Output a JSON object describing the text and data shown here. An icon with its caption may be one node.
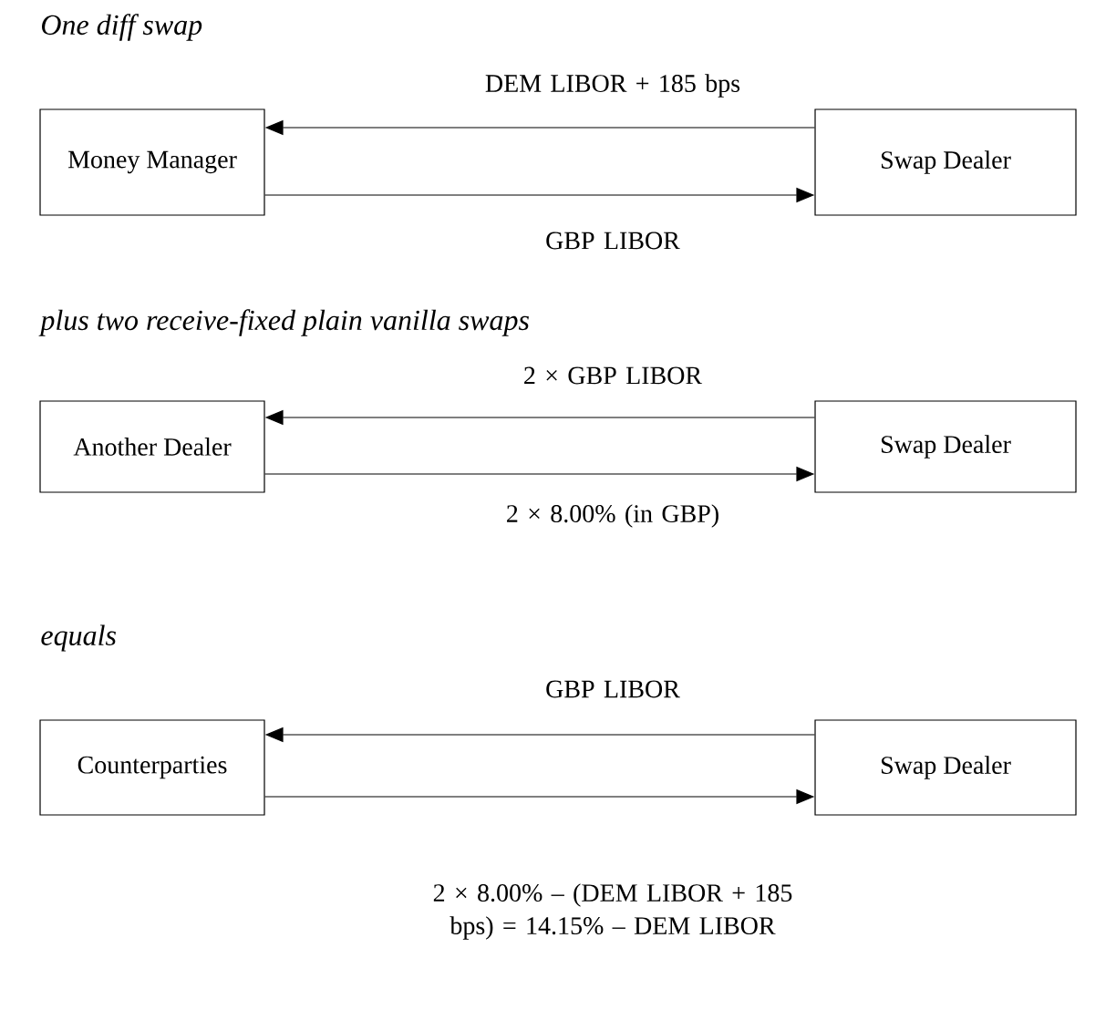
{
  "diagram": {
    "nodes": [
      {
        "text": [
          "Money Manager"
        ]
      },
      {
        "text": [
          "Swap Dealer"
        ]
      },
      {
        "text": [
          "Another Dealer"
        ]
      },
      {
        "text": [
          "Swap Dealer"
        ]
      },
      {
        "text": [
          "Counterparties"
        ]
      },
      {
        "text": [
          "Swap Dealer"
        ]
      }
    ],
    "edges": [
      {
        "from": 1,
        "to": 0,
        "arrow": "to",
        "label": "DEM LIBOR + 185 bps"
      },
      {
        "from": 0,
        "to": 1,
        "arrow": "to",
        "label": "GBP LIBOR"
      },
      {
        "from": 3,
        "to": 2,
        "arrow": "to",
        "label": "2 × GBP LIBOR"
      },
      {
        "from": 2,
        "to": 3,
        "arrow": "to",
        "label": "2 × 8.00% (in GBP)"
      },
      {
        "from": 5,
        "to": 4,
        "arrow": "to",
        "label": "GBP LIBOR"
      },
      {
        "from": 4,
        "to": 5,
        "arrow": "to",
        "label": "2 × 8.00% – (DEM LIBOR + 185 bps) = 14.15% – DEM LIBOR"
      }
    ],
    "labels": [
      "One diff swap",
      "plus two receive-fixed plain vanilla swaps",
      "equals"
    ]
  }
}
